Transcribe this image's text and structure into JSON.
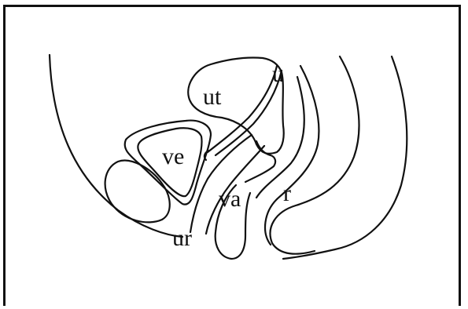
{
  "labels": {
    "uterus": "ut",
    "ureter": "u",
    "vesica": "ve",
    "vagina": "va",
    "rectum": "r",
    "urethra": "ur"
  },
  "colors": {
    "ink": "#111111",
    "background": "#ffffff"
  }
}
